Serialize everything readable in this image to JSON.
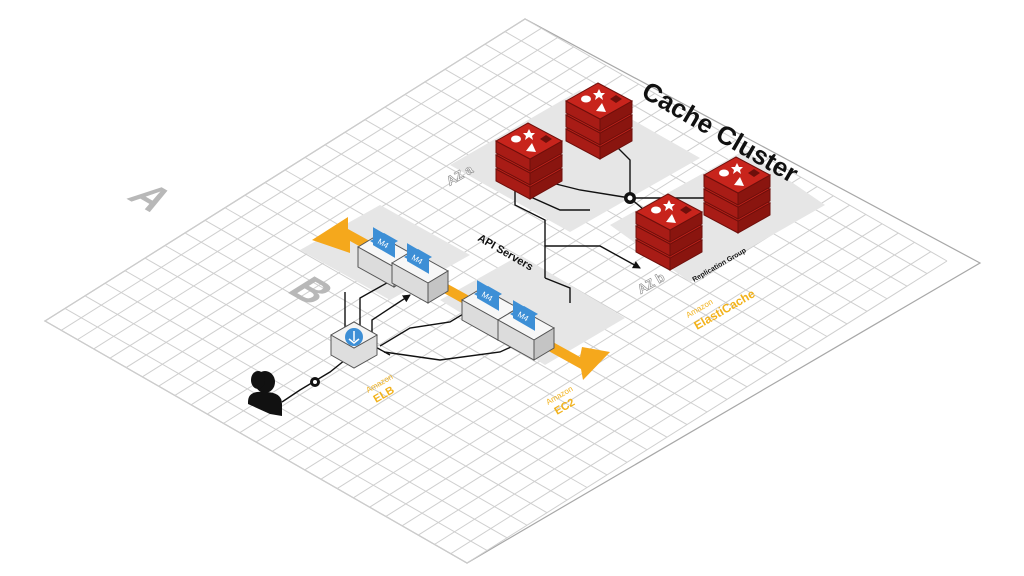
{
  "diagram": {
    "title": "Cache Cluster",
    "api_servers_label": "API Servers",
    "replication_group_label": "Replication Group",
    "zones": {
      "a": "A",
      "b": "B"
    },
    "availability_zones": {
      "az_a": "AZ a",
      "az_b": "AZ b"
    },
    "instance_type": "M4",
    "services": {
      "elb": {
        "vendor": "Amazon",
        "name": "ELB"
      },
      "ec2": {
        "vendor": "Amazon",
        "name": "EC2"
      },
      "elasticache": {
        "vendor": "Amazon",
        "name": "ElastiCache"
      }
    },
    "colors": {
      "orange": "#f5a81c",
      "redis_red": "#c8241c",
      "service_label": "#f2b21b",
      "instance_blue": "#3d8fd6",
      "zone_shadow": "#e6e6e6"
    },
    "icons": {
      "user": "users-icon",
      "elb": "load-balancer-icon",
      "instance": "ec2-instance-icon",
      "redis": "redis-node-icon",
      "connector": "connector-icon"
    }
  }
}
